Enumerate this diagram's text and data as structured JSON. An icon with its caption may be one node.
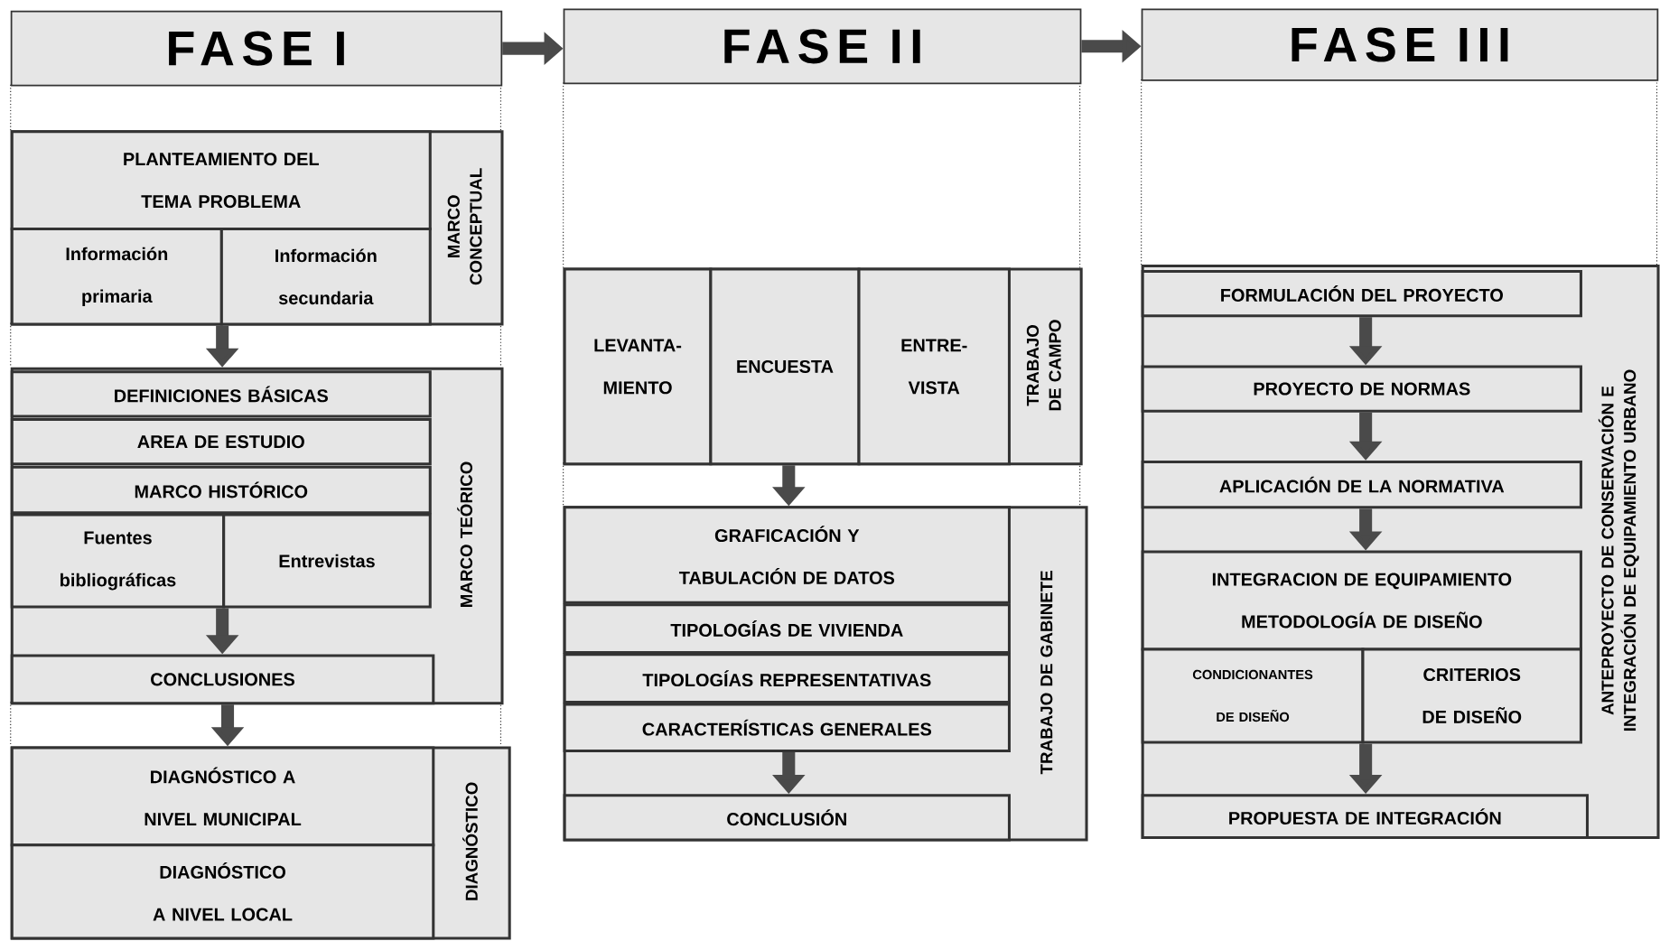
{
  "diagram": {
    "nodes": [
      {
        "text": [
          "FASE I"
        ]
      },
      {
        "text": [
          "FASE II"
        ]
      },
      {
        "text": [
          "FASE III"
        ]
      },
      {
        "text": [
          "MARCO CONCEPTUAL"
        ]
      },
      {
        "text": [
          "PLANTEAMIENTO DEL TEMA PROBLEMA"
        ],
        "in": 3
      },
      {
        "text": [
          "Información primaria"
        ],
        "in": 3
      },
      {
        "text": [
          "Información secundaria"
        ],
        "in": 3
      },
      {
        "text": [
          "MARCO TEÓRICO"
        ]
      },
      {
        "text": [
          "DEFINICIONES BÁSICAS"
        ],
        "in": 7
      },
      {
        "text": [
          "AREA DE ESTUDIO"
        ],
        "in": 7
      },
      {
        "text": [
          "MARCO HISTÓRICO"
        ],
        "in": 7
      },
      {
        "text": [
          "Fuentes bibliográficas"
        ],
        "in": 7
      },
      {
        "text": [
          "Entrevistas"
        ],
        "in": 7
      },
      {
        "text": [
          "CONCLUSIONES"
        ],
        "in": 7
      },
      {
        "text": [
          "DIAGNÓSTICO"
        ]
      },
      {
        "text": [
          "DIAGNÓSTICO A NIVEL MUNICIPAL"
        ],
        "in": 14
      },
      {
        "text": [
          "DIAGNÓSTICO A NIVEL LOCAL"
        ],
        "in": 14
      },
      {
        "text": [
          "TRABAJO DE CAMPO"
        ]
      },
      {
        "text": [
          "LEVANTA- MIENTO"
        ],
        "in": 17
      },
      {
        "text": [
          "ENCUESTA"
        ],
        "in": 17
      },
      {
        "text": [
          "ENTRE- VISTA"
        ],
        "in": 17
      },
      {
        "text": [
          "TRABAJO DE GABINETE"
        ]
      },
      {
        "text": [
          "GRAFICACIÓN Y TABULACIÓN DE DATOS"
        ],
        "in": 21
      },
      {
        "text": [
          "TIPOLOGÍAS DE VIVIENDA"
        ],
        "in": 21
      },
      {
        "text": [
          "TIPOLOGÍAS REPRESENTATIVAS"
        ],
        "in": 21
      },
      {
        "text": [
          "CARACTERÍSTICAS GENERALES"
        ],
        "in": 21
      },
      {
        "text": [
          "CONCLUSIÓN"
        ],
        "in": 21
      },
      {
        "text": [
          "ANTEPROYECTO DE CONSERVACIÓN E INTEGRACIÓN DE EQUIPAMIENTO URBANO"
        ]
      },
      {
        "text": [
          "FORMULACIÓN DEL PROYECTO"
        ],
        "in": 27
      },
      {
        "text": [
          "PROYECTO DE NORMAS"
        ],
        "in": 27
      },
      {
        "text": [
          "APLICACIÓN DE LA NORMATIVA"
        ],
        "in": 27
      },
      {
        "text": [
          "INTEGRACION DE EQUIPAMIENTO",
          "METODOLOGÍA DE DISEÑO"
        ],
        "in": 27
      },
      {
        "text": [
          "CONDICIONANTES DE DISEÑO"
        ],
        "in": 27
      },
      {
        "text": [
          "CRITERIOS DE DISEÑO"
        ],
        "in": 27
      },
      {
        "text": [
          "PROPUESTA DE INTEGRACIÓN"
        ],
        "in": 27
      }
    ],
    "edges": [
      {
        "from": 0,
        "to": 1,
        "arrow": "to"
      },
      {
        "from": 1,
        "to": 2,
        "arrow": "to"
      },
      {
        "from": 3,
        "to": 7,
        "arrow": "to"
      },
      {
        "from": 11,
        "to": 13,
        "arrow": "to"
      },
      {
        "from": 7,
        "to": 14,
        "arrow": "to"
      },
      {
        "from": 17,
        "to": 21,
        "arrow": "to"
      },
      {
        "from": 25,
        "to": 26,
        "arrow": "to"
      },
      {
        "from": 28,
        "to": 29,
        "arrow": "to"
      },
      {
        "from": 29,
        "to": 30,
        "arrow": "to"
      },
      {
        "from": 30,
        "to": 31,
        "arrow": "to"
      },
      {
        "from": 32,
        "to": 34,
        "arrow": "to"
      }
    ]
  }
}
